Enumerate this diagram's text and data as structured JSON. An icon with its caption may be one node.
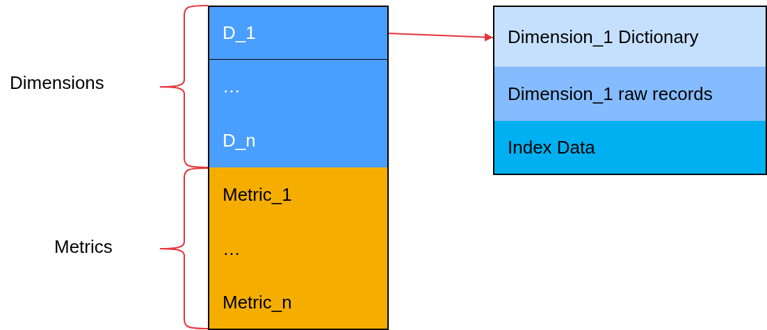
{
  "diagram": {
    "nodes": [
      {
        "text": [
          "D_1"
        ]
      },
      {
        "text": [
          "…"
        ]
      },
      {
        "text": [
          "D_n"
        ]
      },
      {
        "text": [
          "Metric_1"
        ]
      },
      {
        "text": [
          "…"
        ]
      },
      {
        "text": [
          "Metric_n"
        ]
      },
      {
        "text": [
          "Dimension_1 Dictionary"
        ]
      },
      {
        "text": [
          "Dimension_1 raw records"
        ]
      },
      {
        "text": [
          "Index Data"
        ]
      }
    ],
    "edges": [
      {
        "from": 0,
        "to": 6,
        "arrow": "to",
        "color": "#e5333b"
      }
    ],
    "labels": [
      "Dimensions",
      "Metrics"
    ]
  }
}
